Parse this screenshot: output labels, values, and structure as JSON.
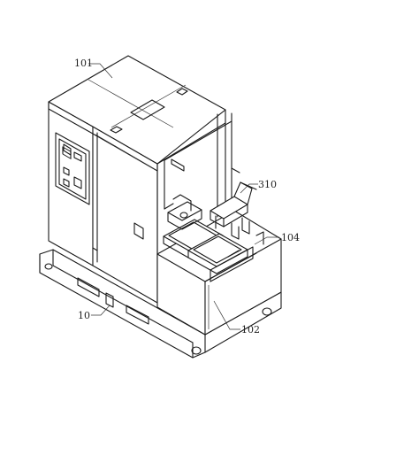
{
  "labels": {
    "top_cover": "101",
    "base_frame": "10",
    "mechanism_top": "310",
    "tray_side": "104",
    "lower_frame": "102"
  },
  "colors": {
    "line": "#1a1a1a",
    "background": "#ffffff"
  }
}
